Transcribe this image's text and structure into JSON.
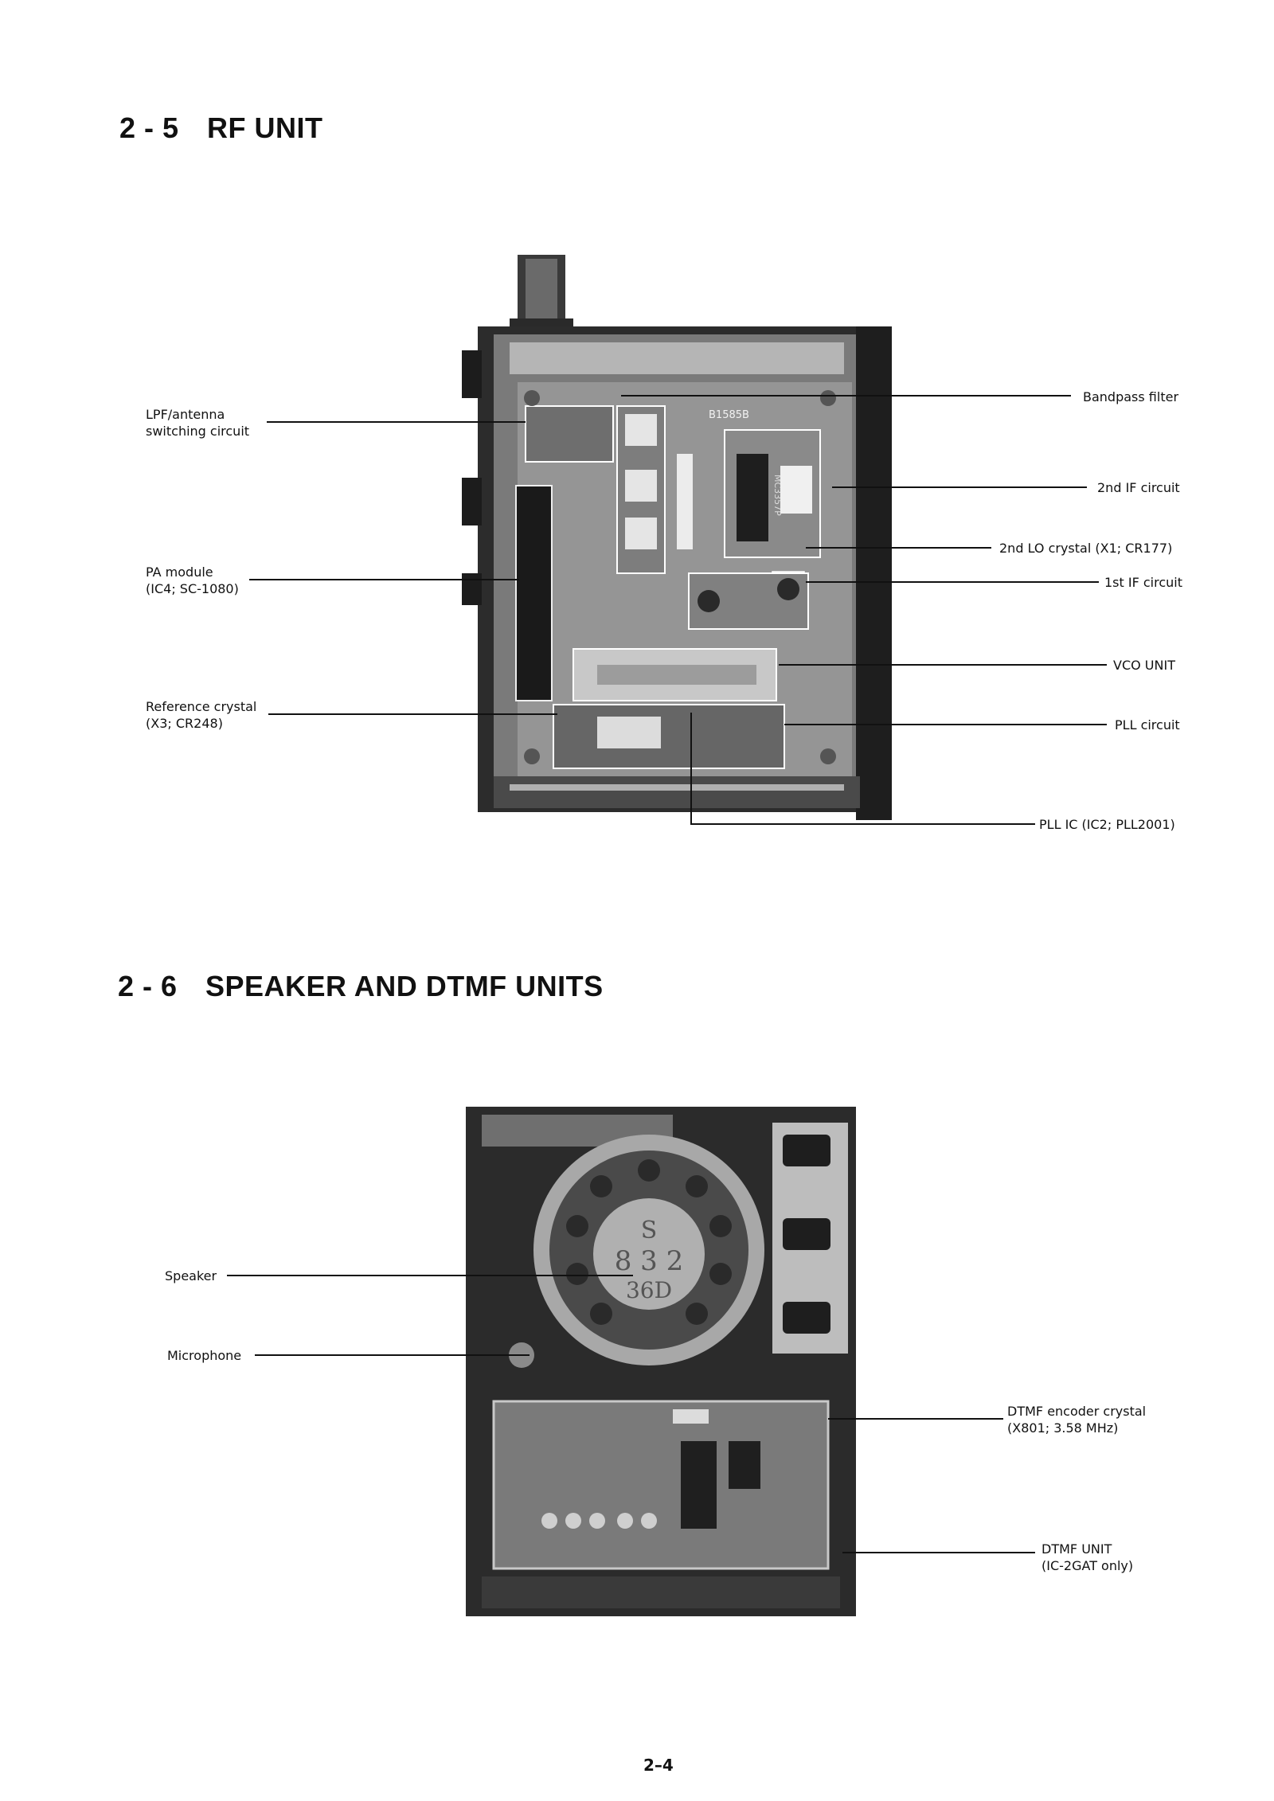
{
  "sections": [
    {
      "number": "2 - 5",
      "title": "RF UNIT"
    },
    {
      "number": "2 - 6",
      "title": "SPEAKER AND DTMF UNITS"
    }
  ],
  "rf_labels": {
    "lpf": "LPF/antenna\nswitching circuit",
    "pa": "PA module\n(IC4; SC-1080)",
    "ref": "Reference crystal\n(X3; CR248)",
    "bandpass": "Bandpass filter",
    "if2": "2nd IF circuit",
    "lo2": "2nd LO crystal (X1; CR177)",
    "if1": "1st IF circuit",
    "vco": "VCO UNIT",
    "pll": "PLL circuit",
    "pllic": "PLL IC (IC2; PLL2001)"
  },
  "rf_board_markings": {
    "pcb": "B1585B",
    "ic": "MC3357P"
  },
  "spk_labels": {
    "speaker": "Speaker",
    "mic": "Microphone",
    "crystal": "DTMF encoder crystal\n(X801; 3.58 MHz)",
    "unit": "DTMF UNIT\n(IC-2GAT only)"
  },
  "speaker_markings": {
    "line1": "S",
    "line2": "8 3 2",
    "line3": "36D"
  },
  "page_number": "2–4"
}
